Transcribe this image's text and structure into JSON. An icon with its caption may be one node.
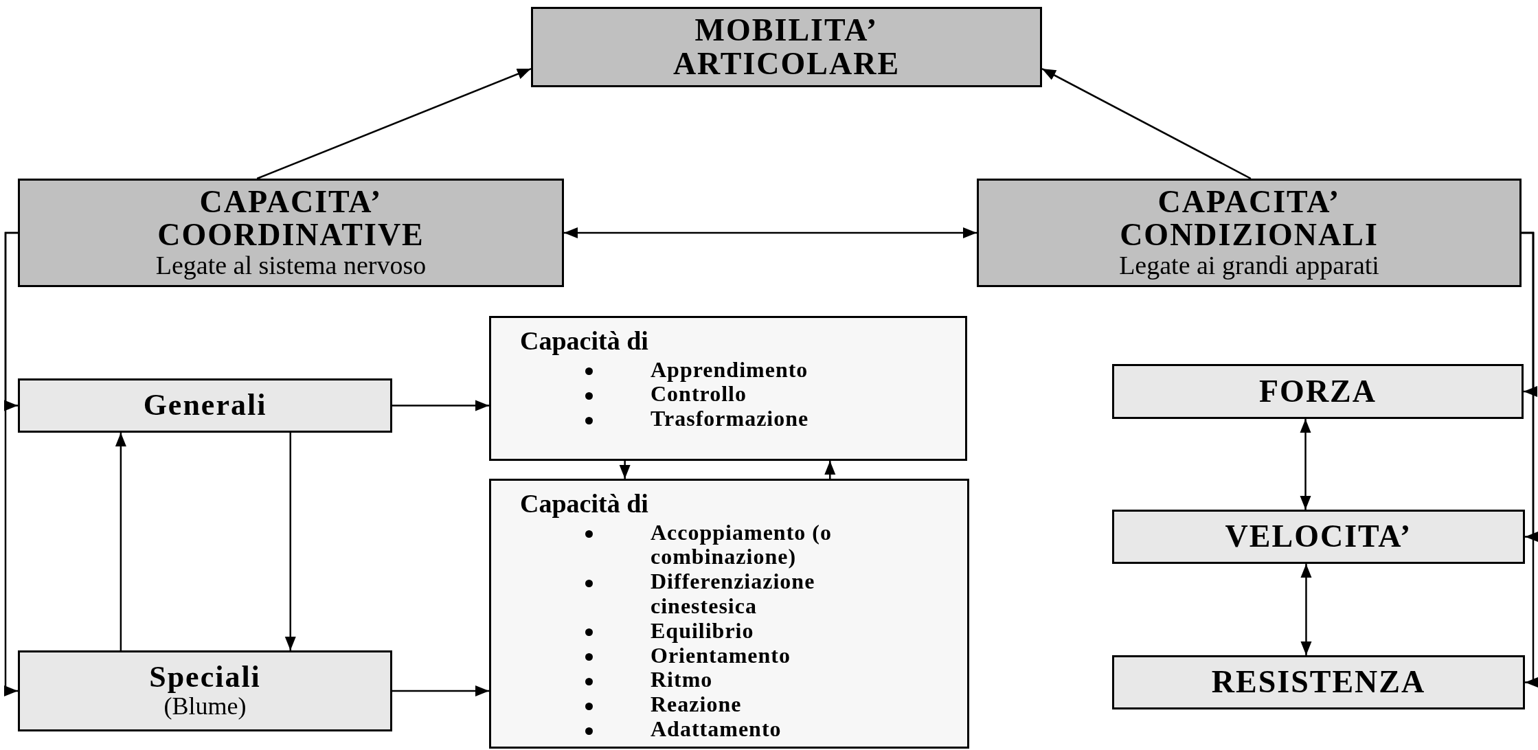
{
  "diagram": {
    "nodes": [
      {
        "text": [
          "MOBILITA’ ARTICOLARE"
        ]
      },
      {
        "text": [
          "CAPACITA’ COORDINATIVE",
          "Legate al sistema nervoso"
        ]
      },
      {
        "text": [
          "CAPACITA’ CONDIZIONALI",
          "Legate ai grandi apparati"
        ]
      },
      {
        "text": [
          "Generali"
        ]
      },
      {
        "text": [
          "Speciali",
          "(Blume)"
        ]
      },
      {
        "text": [
          "Capacità di",
          "Apprendimento",
          "Controllo",
          "Trasformazione"
        ]
      },
      {
        "text": [
          "Capacità di",
          "Accoppiamento (o combinazione)",
          "Differenziazione cinestesica",
          "Equilibrio",
          "Orientamento",
          "Ritmo",
          "Reazione",
          "Adattamento"
        ]
      },
      {
        "text": [
          "FORZA"
        ]
      },
      {
        "text": [
          "VELOCITA’"
        ]
      },
      {
        "text": [
          "RESISTENZA"
        ]
      }
    ],
    "edges": [
      {
        "from": 1,
        "to": 0,
        "arrow": "to"
      },
      {
        "from": 2,
        "to": 0,
        "arrow": "to"
      },
      {
        "from": 1,
        "to": 2,
        "arrow": "both"
      },
      {
        "from": 1,
        "to": 3,
        "arrow": "to"
      },
      {
        "from": 1,
        "to": 4,
        "arrow": "to"
      },
      {
        "from": 3,
        "to": 4,
        "arrow": "to"
      },
      {
        "from": 4,
        "to": 3,
        "arrow": "to"
      },
      {
        "from": 3,
        "to": 5,
        "arrow": "to"
      },
      {
        "from": 4,
        "to": 6,
        "arrow": "to"
      },
      {
        "from": 5,
        "to": 6,
        "arrow": "to"
      },
      {
        "from": 6,
        "to": 5,
        "arrow": "to"
      },
      {
        "from": 2,
        "to": 7,
        "arrow": "to"
      },
      {
        "from": 2,
        "to": 8,
        "arrow": "to"
      },
      {
        "from": 2,
        "to": 9,
        "arrow": "to"
      },
      {
        "from": 7,
        "to": 8,
        "arrow": "both"
      },
      {
        "from": 8,
        "to": 9,
        "arrow": "both"
      }
    ]
  }
}
